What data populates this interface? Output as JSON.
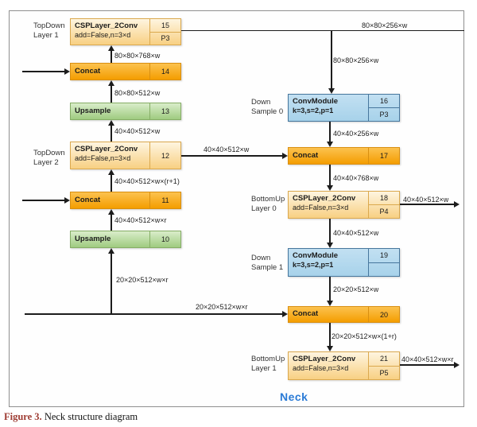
{
  "colors": {
    "concat_top": "#fcc24f",
    "concat_bottom": "#f49d00",
    "concat_border": "#d98f10",
    "csp_top": "#fef5e0",
    "csp_bottom": "#f8d083",
    "csp_border": "#dba94e",
    "up_top": "#d9edca",
    "up_bottom": "#9fcb80",
    "up_border": "#86ae66",
    "conv_top": "#c2e0f2",
    "conv_bottom": "#a7d2ea",
    "conv_border": "#47779d",
    "neck_blue": "#2b7bd6",
    "caption_red": "#9e3b32"
  },
  "nodes": {
    "csp15": {
      "title": "CSPLayer_2Conv",
      "subtitle": "add=False,n=3×d",
      "index": "15",
      "port": "P3"
    },
    "concat14": {
      "title": "Concat",
      "index": "14"
    },
    "upsample13": {
      "title": "Upsample",
      "index": "13"
    },
    "csp12": {
      "title": "CSPLayer_2Conv",
      "subtitle": "add=False,n=3×d",
      "index": "12"
    },
    "concat11": {
      "title": "Concat",
      "index": "11"
    },
    "upsample10": {
      "title": "Upsample",
      "index": "10"
    },
    "conv16": {
      "title": "ConvModule",
      "subtitle": "k=3,s=2,p=1",
      "index": "16",
      "port": "P3"
    },
    "concat17": {
      "title": "Concat",
      "index": "17"
    },
    "csp18": {
      "title": "CSPLayer_2Conv",
      "subtitle": "add=False,n=3×d",
      "index": "18",
      "port": "P4"
    },
    "conv19": {
      "title": "ConvModule",
      "subtitle": "k=3,s=2,p=1",
      "index": "19",
      "port": ""
    },
    "concat20": {
      "title": "Concat",
      "index": "20"
    },
    "csp21": {
      "title": "CSPLayer_2Conv",
      "subtitle": "add=False,n=3×d",
      "index": "21",
      "port": "P5"
    }
  },
  "side_labels": {
    "topdown1": {
      "line1": "TopDown",
      "line2": "Layer 1"
    },
    "topdown2": {
      "line1": "TopDown",
      "line2": "Layer 2"
    },
    "downsample0": {
      "line1": "Down",
      "line2": "Sample 0"
    },
    "bottomup0": {
      "line1": "BottomUp",
      "line2": "Layer 0"
    },
    "downsample1": {
      "line1": "Down",
      "line2": "Sample 1"
    },
    "bottomup1": {
      "line1": "BottomUp",
      "line2": "Layer 1"
    }
  },
  "edge_labels": {
    "e14_15": "80×80×768×w",
    "e13_14": "80×80×512×w",
    "e12_13": "40×40×512×w",
    "e11_12": "40×40×512×w×(r+1)",
    "e10_11": "40×40×512×w×r",
    "ein_10": "20×20×512×w×r",
    "e15_out": "80×80×256×w",
    "e15_16": "80×80×256×w",
    "e12_17": "40×40×512×w",
    "e16_17": "40×40×256×w",
    "e17_18": "40×40×768×w",
    "e18_out": "40×40×512×w",
    "e18_19": "40×40×512×w",
    "e19_20": "20×20×512×w",
    "ein_20": "20×20×512×w×r",
    "e20_21": "20×20×512×w×(1+r)",
    "e21_out": "40×40×512×w×r"
  },
  "footer": {
    "neck": "Neck",
    "caption_figure": "Figure 3.",
    "caption_text": " Neck structure diagram"
  }
}
